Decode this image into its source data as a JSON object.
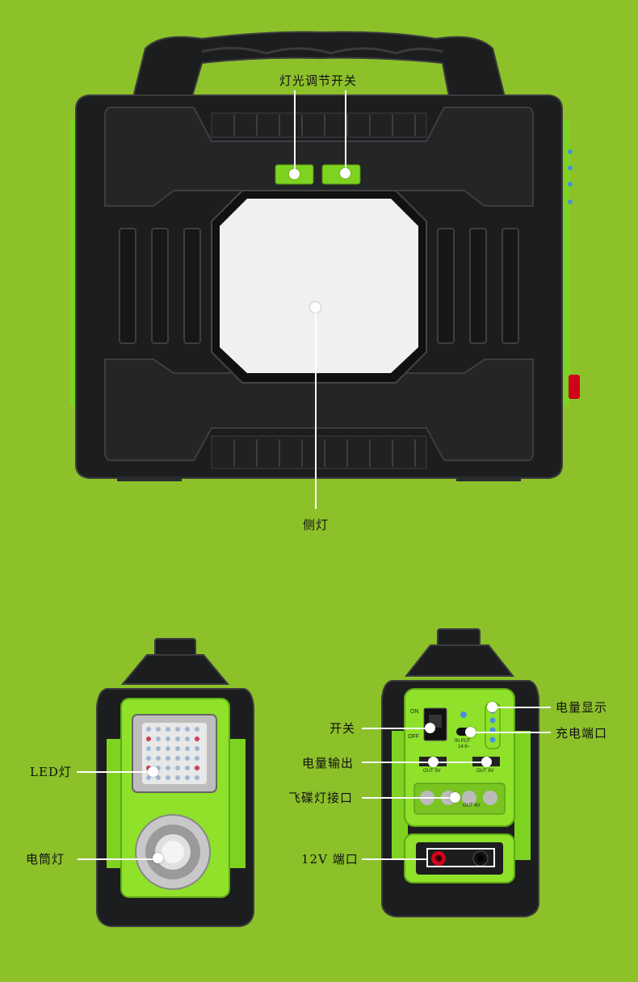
{
  "colors": {
    "background": "#8cc12a",
    "body": "#1c1d1e",
    "body_edge": "#3a3b3d",
    "accent": "#7ed321",
    "panel": "#8fe12a",
    "lamp": "#f2f2f2",
    "leader": "#ffffff"
  },
  "top_view": {
    "labels": {
      "light_switch": "灯光调节开关",
      "side_light": "侧灯"
    }
  },
  "left_side_view": {
    "labels": {
      "led_light": "LED灯",
      "flashlight": "电筒灯"
    }
  },
  "right_side_view": {
    "labels": {
      "battery_display": "电量显示",
      "switch": "开关",
      "charge_port": "充电端口",
      "power_output": "电量输出",
      "ufo_light_port": "飞碟灯接口",
      "port_12v": "12V 端口"
    },
    "panel_text": {
      "on": "ON",
      "off": "OFF",
      "input": "IN PUT",
      "input_volt": "14.6~",
      "out_5v": "OUT 5V",
      "out_9v": "OUT 9V",
      "out_bottom": "OUT 4V"
    }
  },
  "icons": {
    "light_button_1": "bulb-icon",
    "light_button_2": "bright-bulb-icon"
  }
}
